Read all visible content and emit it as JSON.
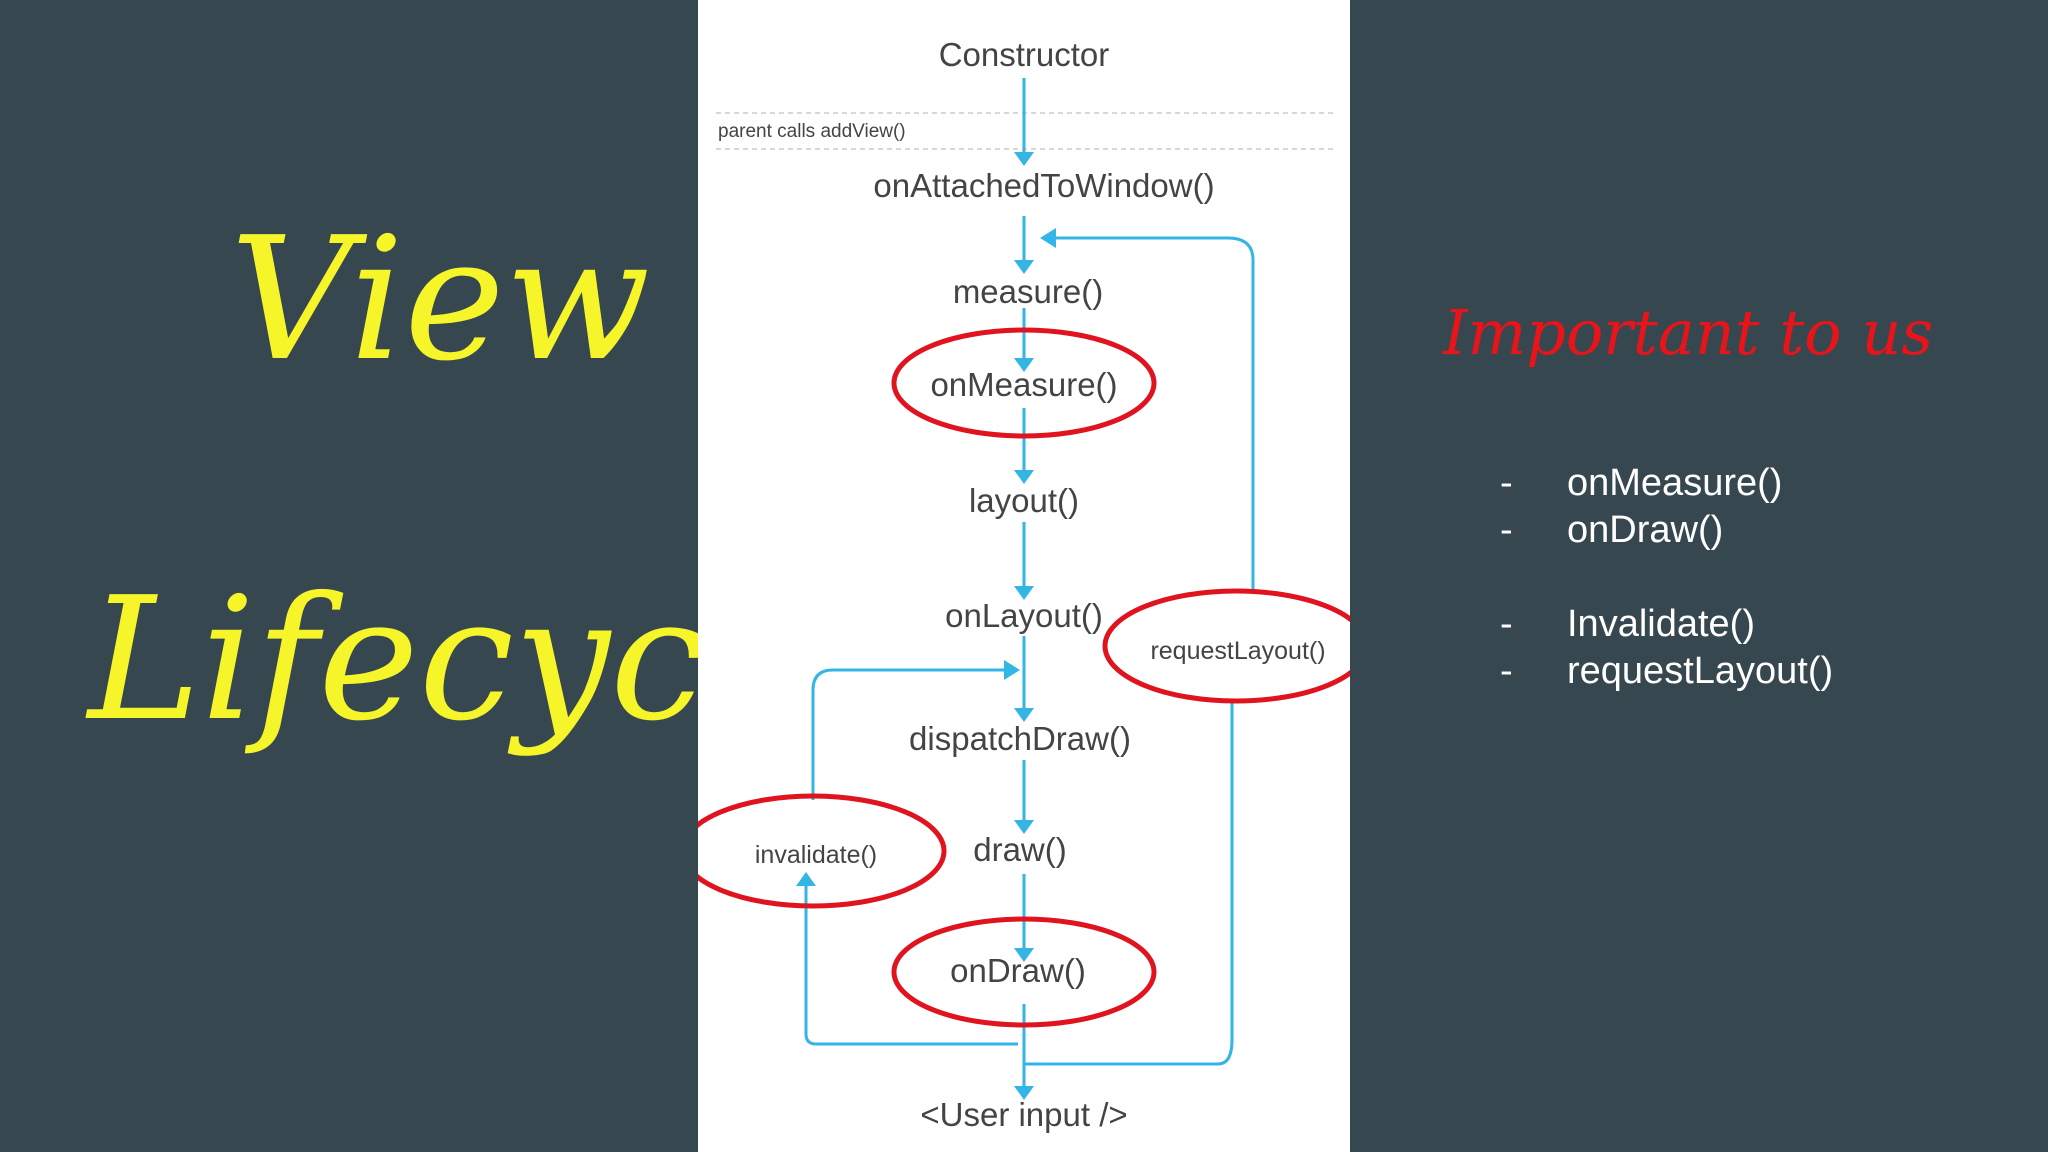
{
  "title": {
    "line1": "View",
    "line2": "Lifecycle"
  },
  "diagram": {
    "nodes": [
      "Constructor",
      "onAttachedToWindow()",
      "measure()",
      "onMeasure()",
      "layout()",
      "onLayout()",
      "dispatchDraw()",
      "draw()",
      "onDraw()",
      "<User input />"
    ],
    "parent_note": "parent calls addView()",
    "side_labels": {
      "invalidate": "invalidate()",
      "request_layout": "requestLayout()"
    },
    "highlighted": [
      "onMeasure()",
      "onDraw()",
      "invalidate()",
      "requestLayout()"
    ],
    "colors": {
      "arrow": "#33b5e5",
      "highlight": "#e0141e",
      "text": "#444444"
    }
  },
  "important": {
    "heading": "Important to us",
    "bullets": [
      {
        "dash": "-",
        "text": "onMeasure()"
      },
      {
        "dash": "-",
        "text": "onDraw()"
      },
      {
        "dash": "-",
        "text": "Invalidate()"
      },
      {
        "dash": "-",
        "text": "requestLayout()"
      }
    ]
  },
  "colors": {
    "background": "#37474f",
    "title": "#f5f52a",
    "heading": "#e8141a",
    "bullets": "#ffffff"
  }
}
